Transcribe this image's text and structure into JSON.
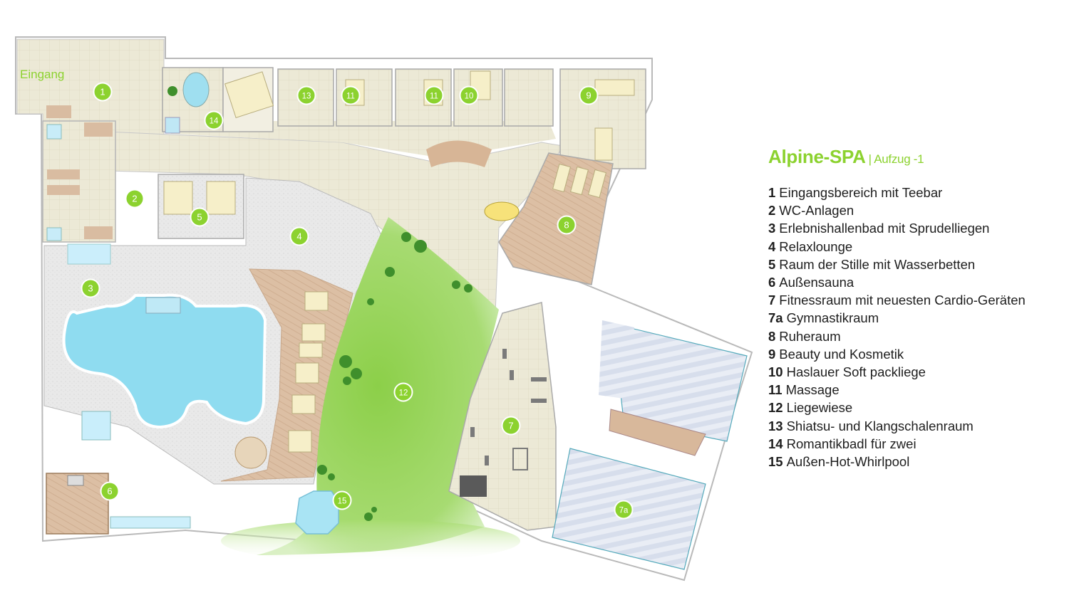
{
  "title": "Alpine-SPA",
  "subtitle": "| Aufzug -1",
  "entrance_label": "Eingang",
  "legend": [
    {
      "num": "1",
      "label": "Eingangsbereich mit Teebar"
    },
    {
      "num": "2",
      "label": "WC-Anlagen"
    },
    {
      "num": "3",
      "label": "Erlebnishallenbad mit Sprudelliegen"
    },
    {
      "num": "4",
      "label": "Relaxlounge"
    },
    {
      "num": "5",
      "label": "Raum der Stille mit Wasserbetten"
    },
    {
      "num": "6",
      "label": "Außensauna"
    },
    {
      "num": "7",
      "label": "Fitnessraum mit neuesten Cardio-Geräten"
    },
    {
      "num": "7a",
      "label": "Gymnastikraum"
    },
    {
      "num": "8",
      "label": "Ruheraum"
    },
    {
      "num": "9",
      "label": "Beauty und Kosmetik"
    },
    {
      "num": "10",
      "label": "Haslauer Soft packliege"
    },
    {
      "num": "11",
      "label": "Massage"
    },
    {
      "num": "12",
      "label": "Liegewiese"
    },
    {
      "num": "13",
      "label": "Shiatsu- und Klangschalenraum"
    },
    {
      "num": "14",
      "label": "Romantikbadl für zwei"
    },
    {
      "num": "15",
      "label": "Außen-Hot-Whirlpool"
    }
  ],
  "markers": [
    "1",
    "2",
    "3",
    "4",
    "5",
    "6",
    "7",
    "7a",
    "8",
    "9",
    "10",
    "11",
    "11",
    "12",
    "13",
    "14",
    "15"
  ],
  "colors": {
    "accent": "#8cd22f",
    "marker_fill": "#8cd22f",
    "tile": "#ece9d5",
    "wood": "#d9b99d",
    "pool": "#7fd6ee",
    "lawn": "#9bd45a",
    "gym_floor": "#eef1f6"
  }
}
